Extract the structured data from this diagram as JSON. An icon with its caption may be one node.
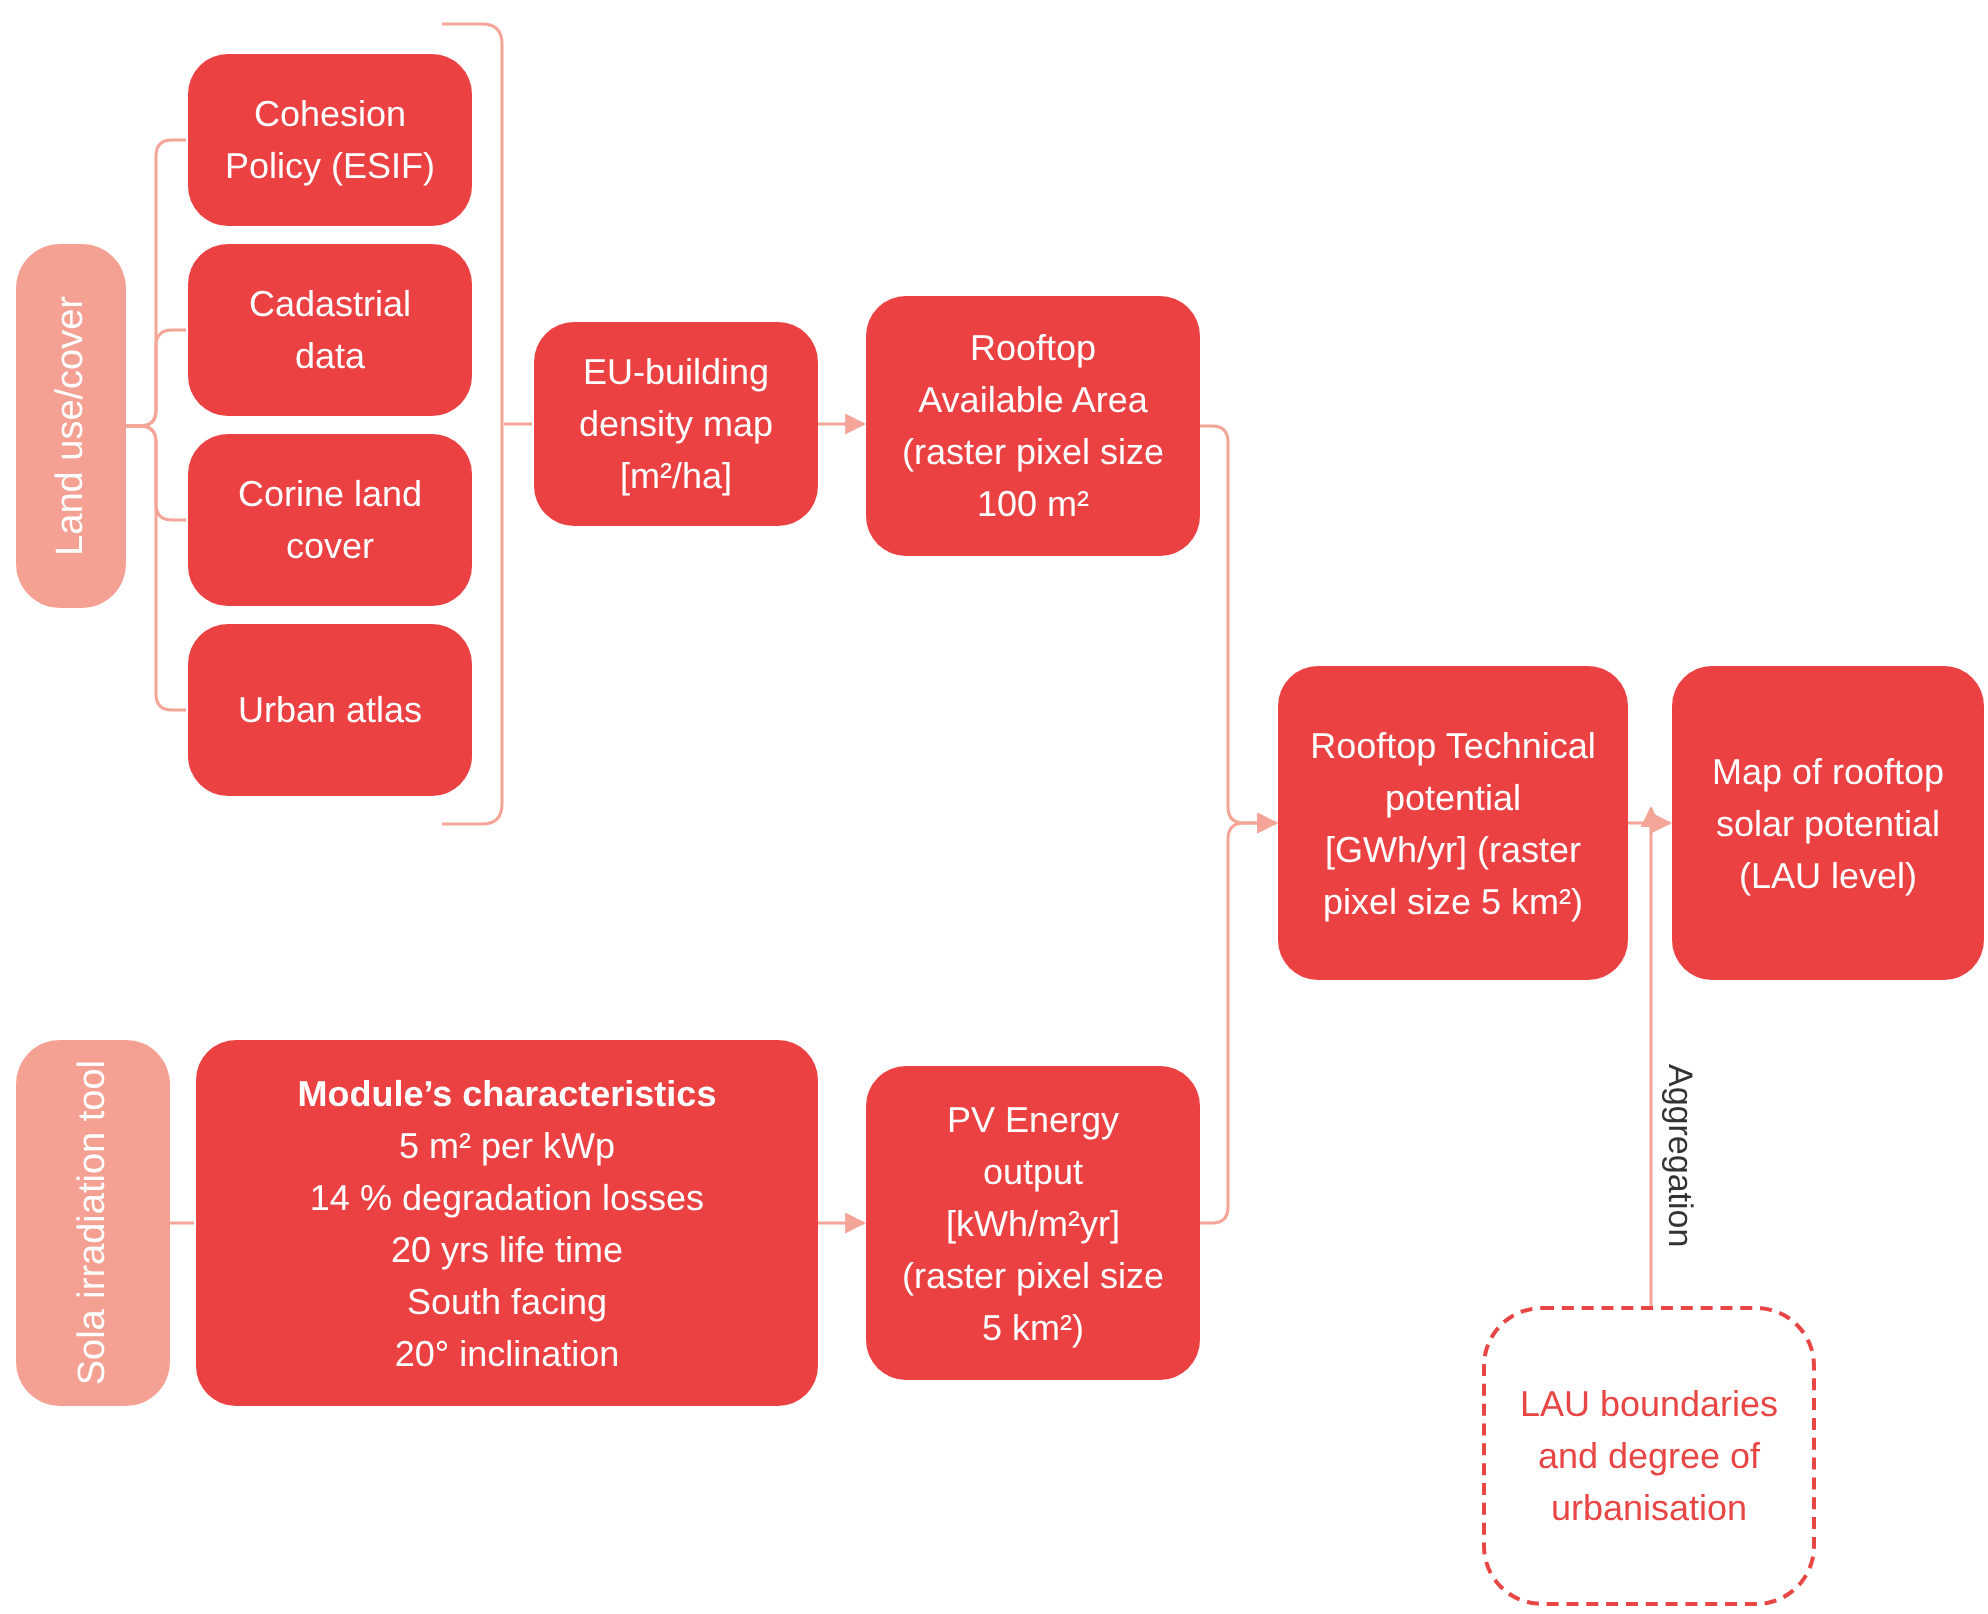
{
  "diagram": {
    "nodes": [
      {
        "text": [
          "Land use/cover"
        ]
      },
      {
        "text": [
          "Cohesion Policy (ESIF)"
        ]
      },
      {
        "text": [
          "Cadastrial data"
        ]
      },
      {
        "text": [
          "Corine land cover"
        ]
      },
      {
        "text": [
          "Urban atlas"
        ]
      },
      {
        "text": [
          "EU-building density map [m²/ha]"
        ]
      },
      {
        "text": [
          "Rooftop Available Area (raster pixel size 100 m²"
        ]
      },
      {
        "text": [
          "Sola irradiation tool"
        ]
      },
      {
        "text": [
          "Module’s characteristics",
          "5 m² per kWp",
          "14 % degradation losses",
          "20 yrs life time",
          "South facing",
          "20° inclination"
        ]
      },
      {
        "text": [
          "PV Energy output [kWh/m²yr] (raster pixel size 5 km²)"
        ]
      },
      {
        "text": [
          "Rooftop Technical potential [GWh/yr] (raster pixel size 5 km²)"
        ]
      },
      {
        "text": [
          "Map of rooftop solar potential (LAU level)"
        ]
      },
      {
        "text": [
          "LAU boundaries and degree of urbanisation"
        ]
      },
      {
        "text": [],
        "shape": "bracket"
      }
    ],
    "edges": [
      {
        "from": 0,
        "to": 1,
        "arrow": "none"
      },
      {
        "from": 0,
        "to": 2,
        "arrow": "none"
      },
      {
        "from": 0,
        "to": 3,
        "arrow": "none"
      },
      {
        "from": 0,
        "to": 4,
        "arrow": "none"
      },
      {
        "from": 13,
        "to": 5,
        "arrow": "none"
      },
      {
        "from": 5,
        "to": 6,
        "arrow": "to"
      },
      {
        "from": 6,
        "to": 10,
        "arrow": "to"
      },
      {
        "from": 7,
        "to": 8,
        "arrow": "none"
      },
      {
        "from": 8,
        "to": 9,
        "arrow": "to"
      },
      {
        "from": 9,
        "to": 10,
        "arrow": "to"
      },
      {
        "from": 10,
        "to": 11,
        "arrow": "to"
      },
      {
        "from": 12,
        "to": 11,
        "arrow": "to",
        "label": "Aggregation"
      }
    ]
  }
}
